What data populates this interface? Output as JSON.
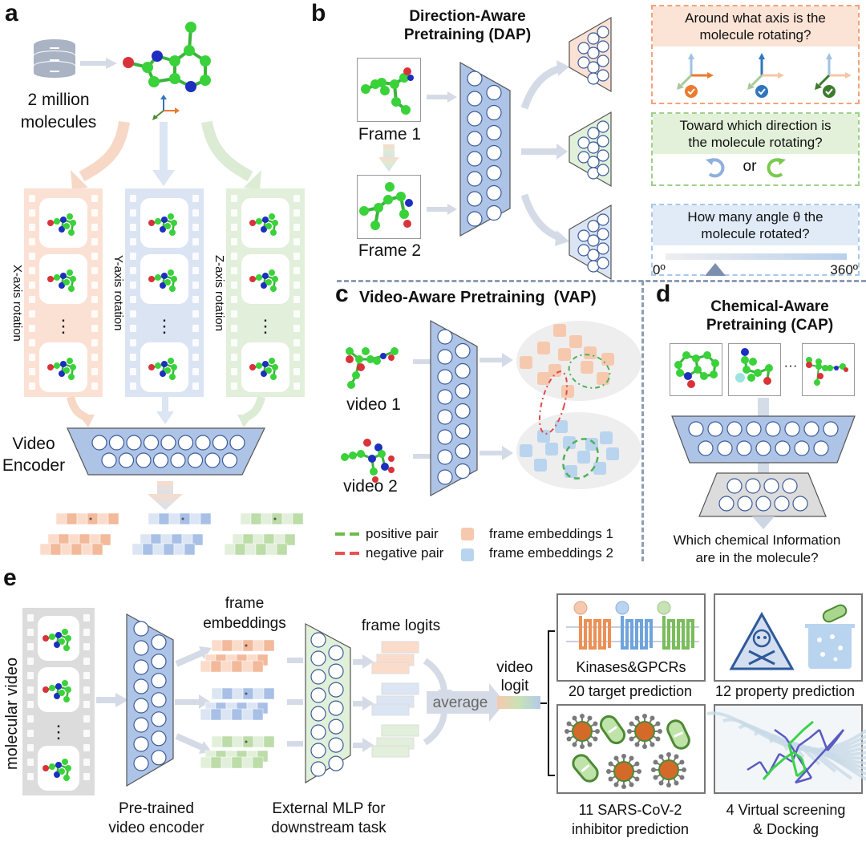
{
  "panels": {
    "a": {
      "letter": "a",
      "dataset_label": "2 million\nmolecules",
      "dataset_line1": "2 million",
      "dataset_line2": "molecules",
      "rotations": [
        "X-axis rotation",
        "Y-axis rotation",
        "Z-axis rotation"
      ],
      "encoder_line1": "Video",
      "encoder_line2": "Encoder",
      "colors": {
        "x": "#f6c9ae",
        "y": "#b8cbe6",
        "z": "#c7e2b5"
      }
    },
    "b": {
      "letter": "b",
      "title_line1": "Direction-Aware",
      "title_line2": "Pretraining (DAP)",
      "frames": [
        "Frame 1",
        "Frame 2"
      ],
      "questions": [
        {
          "line1": "Around what axis is the",
          "line2": "molecule rotating?",
          "color": "#f4a27a"
        },
        {
          "line1": "Toward which direction is",
          "line2": "the molecule rotating?",
          "color": "#9fd08a",
          "or_label": "or"
        },
        {
          "line1": "How many angle θ the",
          "line2": "molecule rotated?",
          "color": "#a9c8e8",
          "scale_min": "0º",
          "scale_max": "360º"
        }
      ],
      "axis_check_colors": [
        "#ea7a2f",
        "#2f76bc",
        "#3d7b2e"
      ]
    },
    "c": {
      "letter": "c",
      "title": "Video-Aware Pretraining  (VAP)",
      "videos": [
        "video 1",
        "video 2"
      ],
      "legend": {
        "positive": "positive pair",
        "negative": "negative pair",
        "emb1": "frame embeddings 1",
        "emb2": "frame embeddings 2"
      }
    },
    "d": {
      "letter": "d",
      "title_line1": "Chemical-Aware",
      "title_line2": "Pretraining (CAP)",
      "question_line1": "Which chemical Information",
      "question_line2": "are in the molecule?"
    },
    "e": {
      "letter": "e",
      "video_label": "molecular video",
      "encoder_line1": "Pre-trained",
      "encoder_line2": "video encoder",
      "embeddings_line1": "frame",
      "embeddings_line2": "embeddings",
      "mlp_line1": "External MLP for",
      "mlp_line2": "downstream task",
      "logits_label": "frame logits",
      "average_label": "average",
      "video_logit_line1": "video",
      "video_logit_line2": "logit",
      "tasks": [
        {
          "inner": "Kinases&GPCRs",
          "caption": "20 target prediction"
        },
        {
          "inner": "",
          "caption": "12 property prediction"
        },
        {
          "inner": "",
          "caption_line1": "11 SARS-CoV-2",
          "caption_line2": "inhibitor prediction"
        },
        {
          "inner": "",
          "caption_line1": "4 Virtual screening",
          "caption_line2": "& Docking"
        }
      ]
    }
  }
}
